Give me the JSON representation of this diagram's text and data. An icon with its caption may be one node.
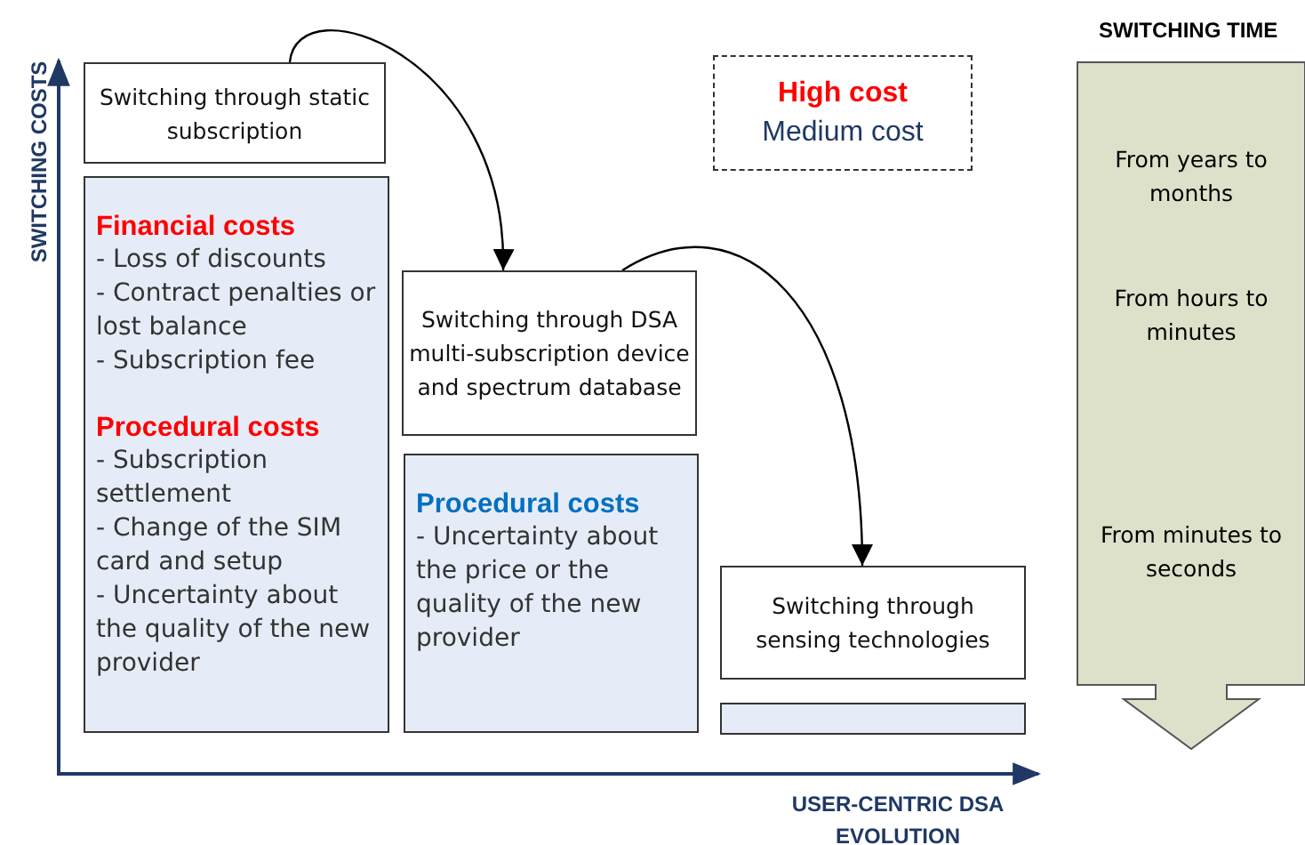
{
  "diagram": {
    "nodes": [
      {
        "text": [
          "Switching through static subscription"
        ]
      },
      {
        "text": [
          "Financial costs",
          "- Loss of discounts",
          "- Contract penalties or lost balance",
          "- Subscription fee",
          "Procedural costs",
          "- Subscription settlement",
          "- Change of the SIM card and setup",
          "- Uncertainty about the quality of the new provider"
        ]
      },
      {
        "text": [
          "Switching through DSA multi-subscription device and spectrum database"
        ]
      },
      {
        "text": [
          "Procedural costs",
          "- Uncertainty about the price or the quality of the new provider"
        ]
      },
      {
        "text": [
          "Switching through sensing technologies"
        ]
      },
      {
        "text": [],
        "shape": "bar"
      },
      {
        "text": [
          "SWITCHING TIME",
          "From years to months",
          "From hours to minutes",
          "From minutes to seconds"
        ]
      }
    ],
    "edges": [
      {
        "from": 0,
        "to": 2,
        "arrow": "to"
      },
      {
        "from": 2,
        "to": 4,
        "arrow": "to"
      }
    ],
    "labels": [
      "SWITCHING COSTS",
      "USER-CENTRIC DSA EVOLUTION"
    ],
    "legend": [
      {
        "text": "High cost"
      },
      {
        "text": "Medium cost"
      }
    ]
  }
}
